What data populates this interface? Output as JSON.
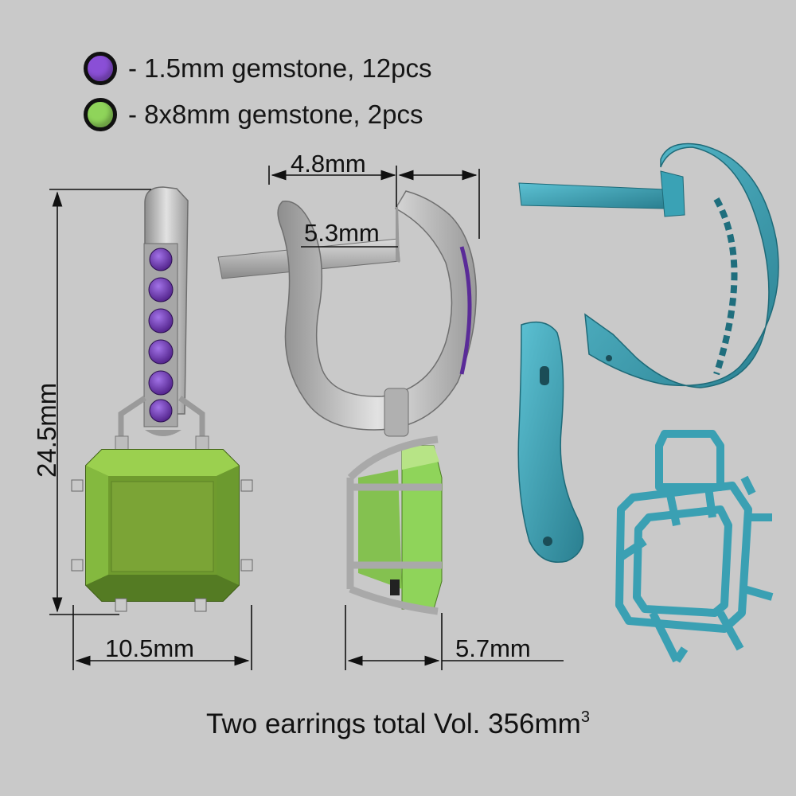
{
  "legend": [
    {
      "label": "- 1.5mm gemstone, 12pcs",
      "color": "#8a4fd6"
    },
    {
      "label": "- 8x8mm gemstone, 2pcs",
      "color": "#8fd45a"
    }
  ],
  "dimensions": {
    "height": "24.5mm",
    "width_front": "10.5mm",
    "hinge_width": "4.8mm",
    "hook_depth": "5.3mm",
    "side_depth": "5.7mm"
  },
  "caption": {
    "text": "Two earrings total Vol. 356mm",
    "superscript": "3"
  },
  "colors": {
    "background": "#c9c9c9",
    "metal": "#b5b5b5",
    "wax_model": "#3a9fb2",
    "dimension_line": "#111111"
  }
}
